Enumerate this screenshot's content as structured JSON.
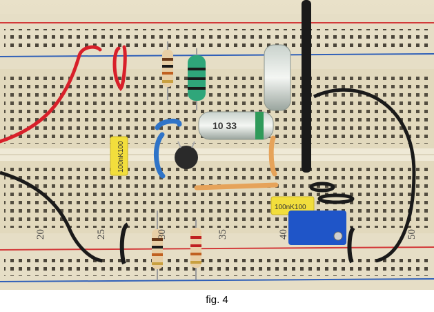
{
  "caption": "fig. 4",
  "breadboard": {
    "row_numbers": [
      "20",
      "25",
      "30",
      "35",
      "40",
      "50"
    ],
    "capacitor_labels": [
      "100nK100",
      "100nK100"
    ],
    "electrolytic_label": "10 33"
  },
  "colors": {
    "board": "#e3dac0",
    "rail_red": "#d33a3a",
    "rail_blue": "#2f5fb8",
    "wire_red": "#d8202a",
    "wire_black": "#1a1a1a",
    "wire_blue": "#2f74c8",
    "wire_orange": "#e6a35a",
    "cap_yellow": "#f2de3c",
    "trimmer_blue": "#1f55c8"
  }
}
